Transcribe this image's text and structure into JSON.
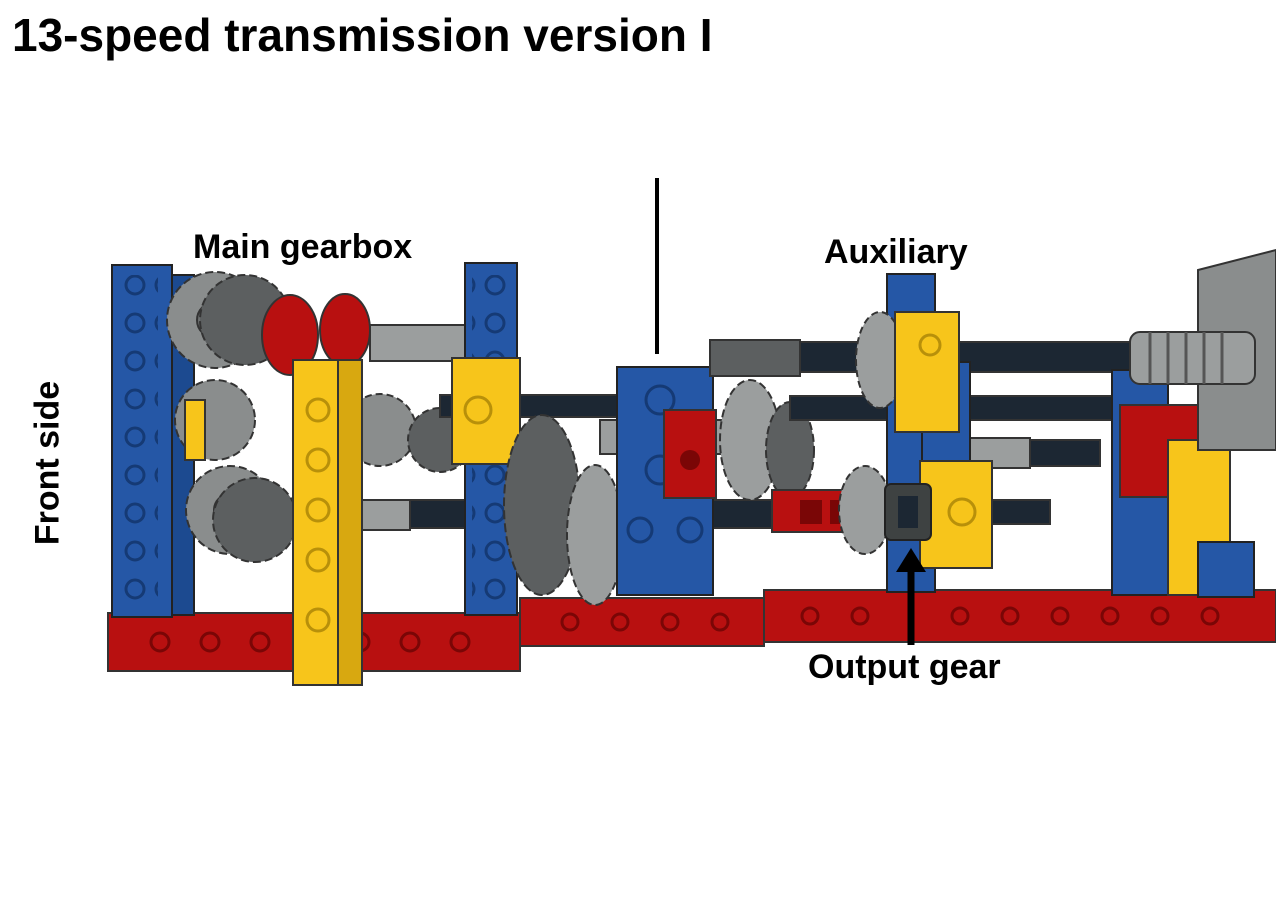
{
  "title": "13-speed transmission version I",
  "labels": {
    "main_gearbox": "Main gearbox",
    "auxiliary": "Auxiliary",
    "output_gear": "Output gear",
    "front_side": "Front side"
  },
  "colors": {
    "blue": "#2557a6",
    "blue_dark": "#153a75",
    "yellow": "#f7c51b",
    "yellow_dark": "#b8900a",
    "red": "#b81010",
    "red_dark": "#7a0606",
    "gray": "#9b9e9e",
    "gray_dark": "#5c5f60",
    "axle": "#1c2733",
    "outline": "#222222"
  }
}
